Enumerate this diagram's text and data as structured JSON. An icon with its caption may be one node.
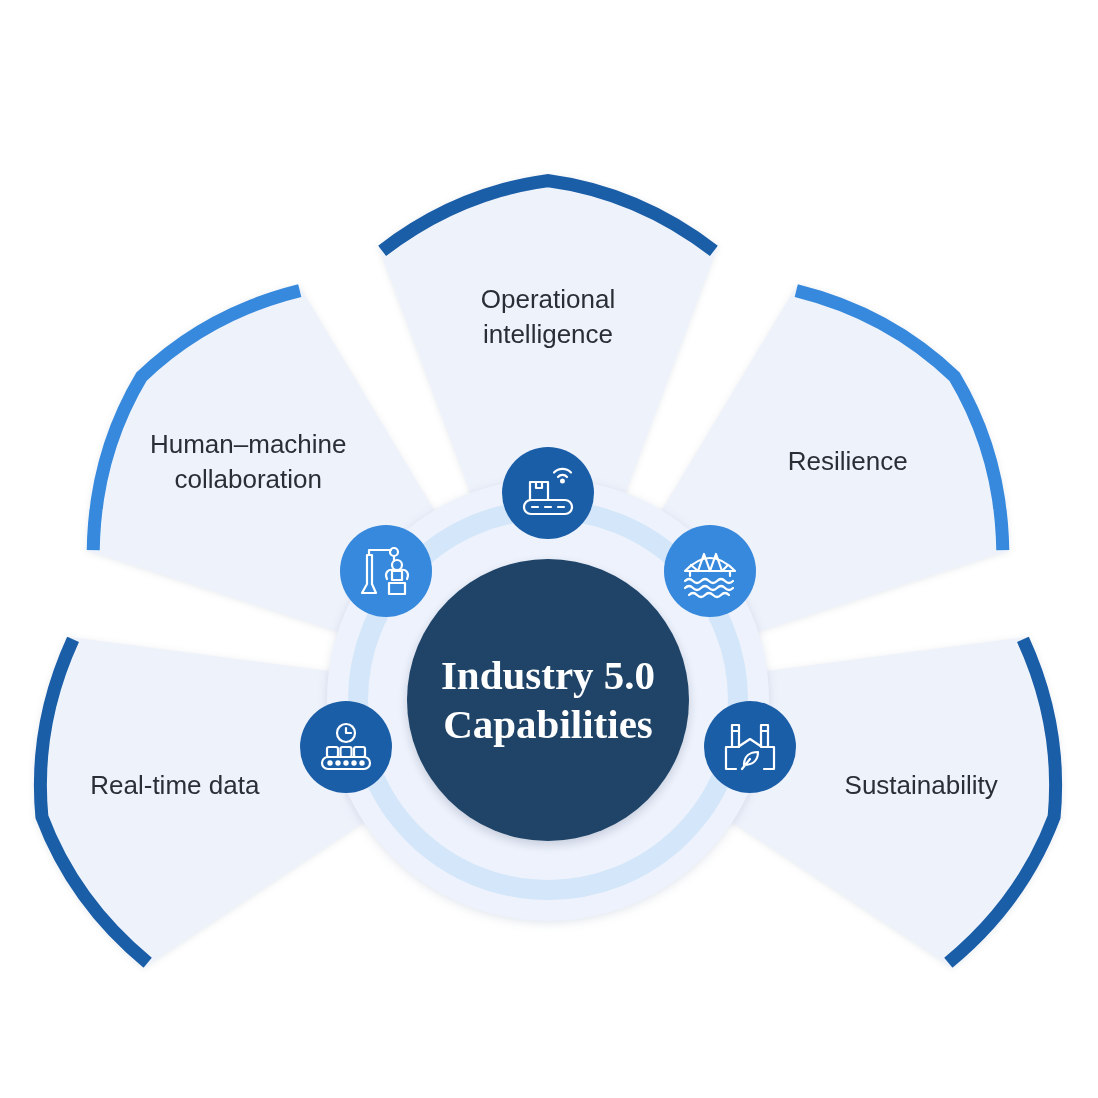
{
  "diagram": {
    "nodes": [
      {
        "text": [
          "Industry 5.0 Capabilities"
        ]
      },
      {
        "text": [
          "Operational intelligence"
        ]
      },
      {
        "text": [
          "Human–machine collaboration"
        ]
      },
      {
        "text": [
          "Resilience"
        ]
      },
      {
        "text": [
          "Real-time data"
        ]
      },
      {
        "text": [
          "Sustainability"
        ]
      }
    ]
  }
}
